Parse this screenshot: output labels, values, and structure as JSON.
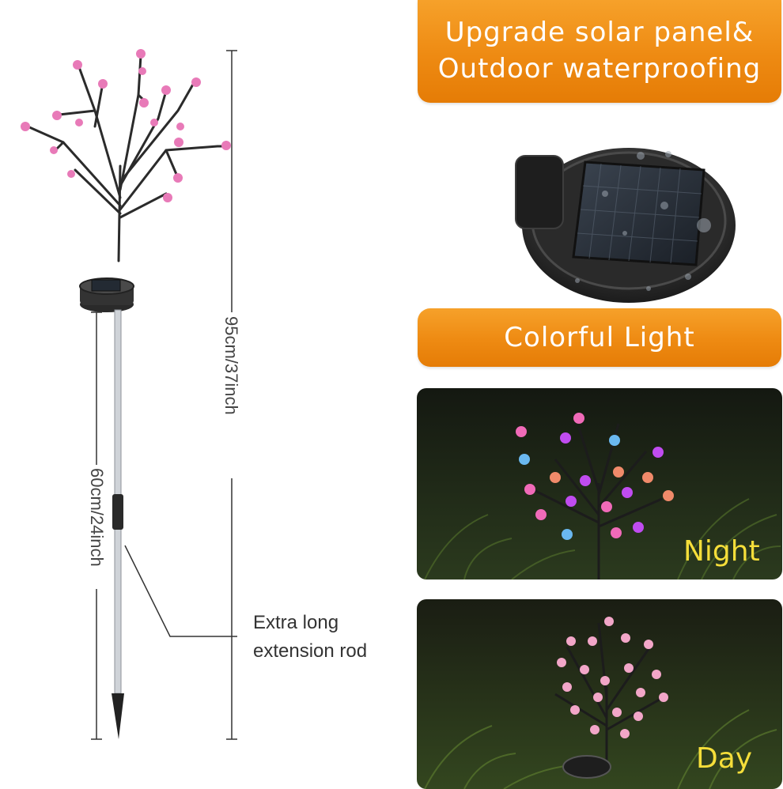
{
  "header_banner": {
    "line1": "Upgrade solar panel&",
    "line2": "Outdoor waterproofing"
  },
  "mid_banner": {
    "label": "Colorful Light"
  },
  "dimensions": {
    "total_height": "95cm/37inch",
    "rod_height": "60cm/24inch"
  },
  "callout": {
    "line1": "Extra long",
    "line2": "extension rod"
  },
  "photos": {
    "night_label": "Night",
    "day_label": "Day"
  },
  "colors": {
    "banner_orange": "#ee8a12",
    "label_yellow": "#f5de3a",
    "blossom_pink": "#e87ab8"
  }
}
